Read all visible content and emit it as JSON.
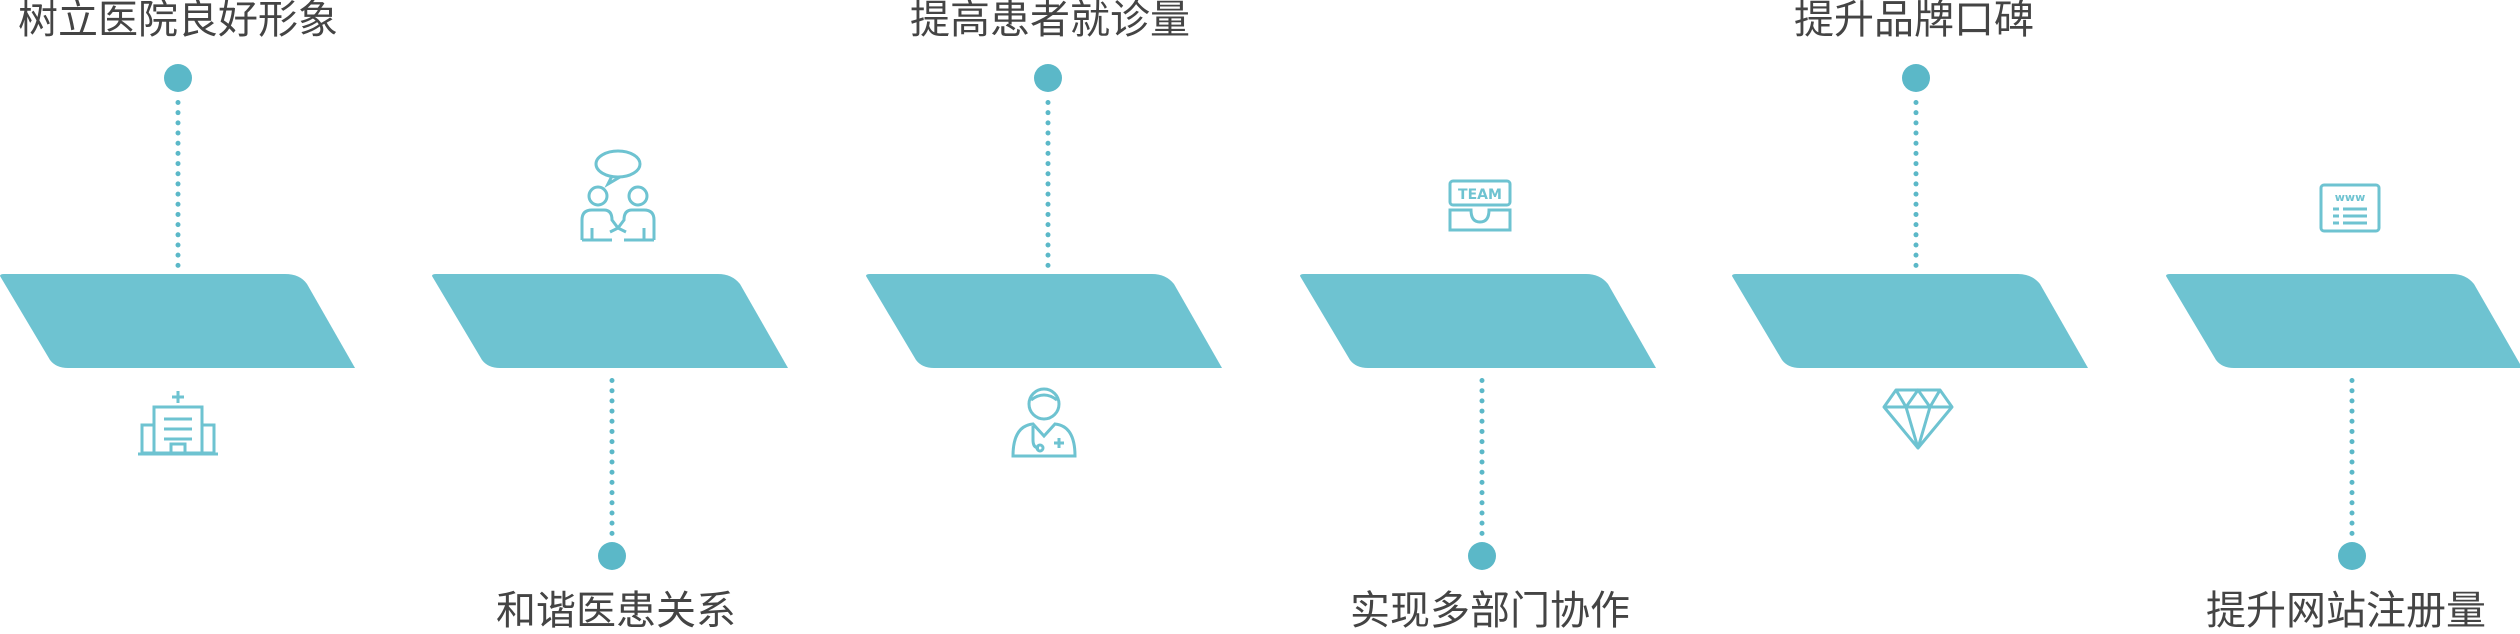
{
  "diagram": {
    "accent_color": "#6ec3d1",
    "dot_color": "#5bb8c8",
    "text_color": "#444444",
    "steps": [
      {
        "label": "树立医院良好形象",
        "label_position": "top",
        "icon": "hospital-icon"
      },
      {
        "label": "和谐医患关系",
        "label_position": "bottom",
        "icon": "people-chat-icon"
      },
      {
        "label": "提高患者就诊量",
        "label_position": "top",
        "icon": "doctor-icon"
      },
      {
        "label": "实现多部门协作",
        "label_position": "bottom",
        "icon": "team-puzzle-icon"
      },
      {
        "label": "提升品牌口碑",
        "label_position": "top",
        "icon": "diamond-icon"
      },
      {
        "label": "提升网站注册量",
        "label_position": "bottom",
        "icon": "website-icon"
      }
    ]
  }
}
